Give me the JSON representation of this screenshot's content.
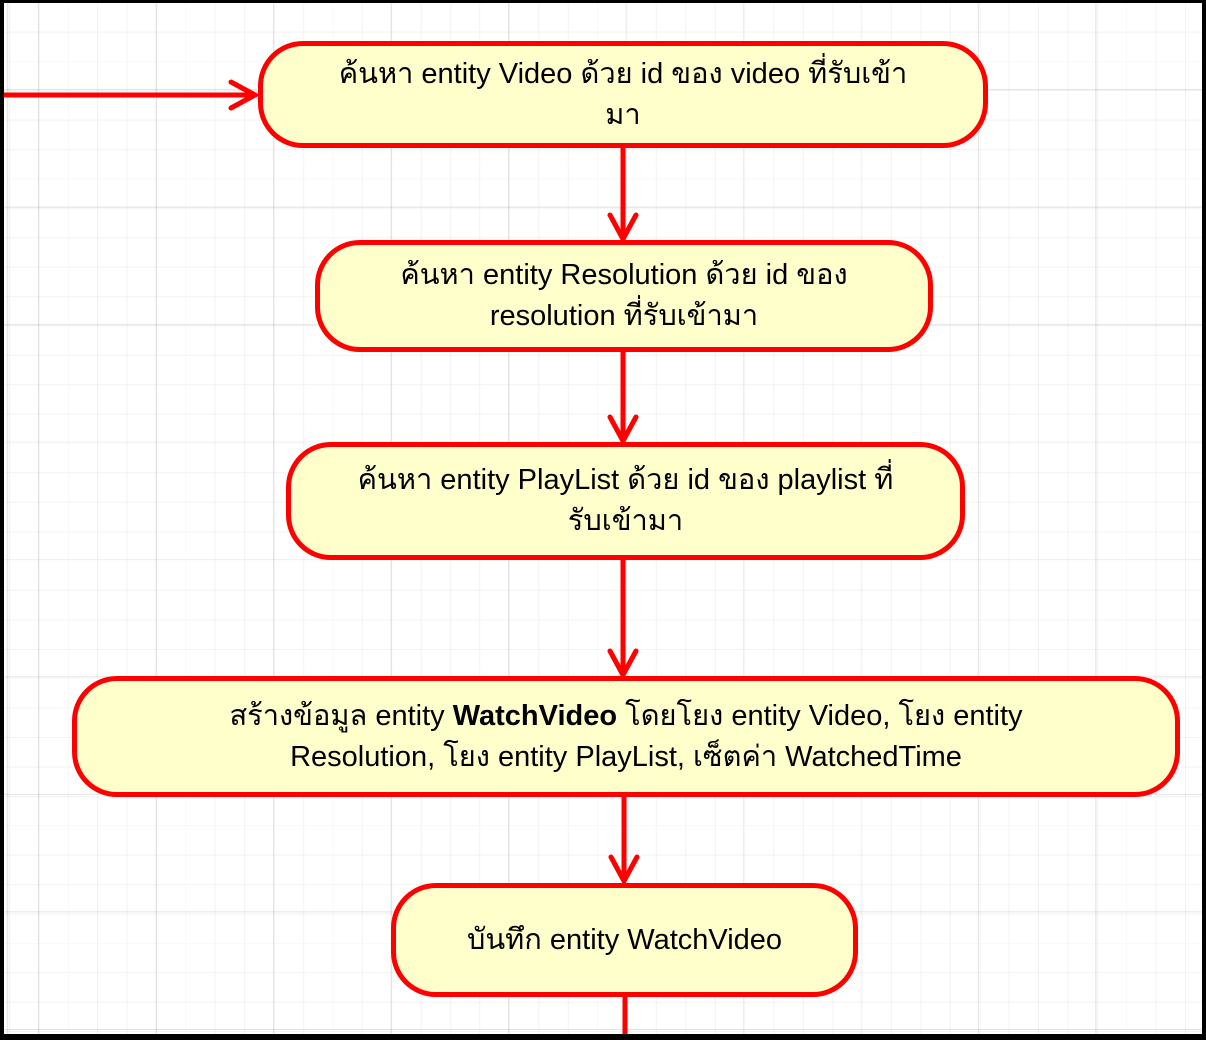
{
  "colors": {
    "node_fill": "#ffffcc",
    "node_border": "#ff0000",
    "connector": "#ff0000",
    "text": "#000000",
    "frame": "#000000",
    "background": "#ffffff",
    "grid_minor": "#f4f4f4",
    "grid_major": "#e5e5e5"
  },
  "diagram": {
    "type": "flowchart",
    "nodes": [
      {
        "id": "find-video",
        "text": "ค้นหา entity Video ด้วย id ของ video ที่รับเข้ามา",
        "lines": [
          "ค้นหา entity Video ด้วย id ของ video ที่รับเข้า",
          "มา"
        ]
      },
      {
        "id": "find-resolution",
        "text": "ค้นหา entity Resolution ด้วย id ของ resolution ที่รับเข้ามา",
        "lines": [
          "ค้นหา entity Resolution ด้วย id ของ",
          "resolution ที่รับเข้ามา"
        ]
      },
      {
        "id": "find-playlist",
        "text": "ค้นหา entity PlayList ด้วย id ของ playlist ที่รับเข้ามา",
        "lines": [
          "ค้นหา entity PlayList ด้วย id ของ playlist ที่",
          "รับเข้ามา"
        ]
      },
      {
        "id": "create-watchvideo",
        "text": "สร้างข้อมูล entity WatchVideo โดยโยง entity Video, โยง entity Resolution, โยง entity PlayList, เซ็ตค่า WatchedTime",
        "line1_before": "สร้างข้อมูล entity ",
        "line1_bold": "WatchVideo",
        "line1_after": " โดยโยง entity Video, โยง entity",
        "line2": "Resolution, โยง entity PlayList, เซ็ตค่า WatchedTime"
      },
      {
        "id": "save-watchvideo",
        "text": "บันทึก entity WatchVideo",
        "lines": [
          "บันทึก entity WatchVideo"
        ]
      }
    ],
    "edges": [
      {
        "from": "offscreen-left",
        "to": "find-video"
      },
      {
        "from": "find-video",
        "to": "find-resolution"
      },
      {
        "from": "find-resolution",
        "to": "find-playlist"
      },
      {
        "from": "find-playlist",
        "to": "create-watchvideo"
      },
      {
        "from": "create-watchvideo",
        "to": "save-watchvideo"
      },
      {
        "from": "save-watchvideo",
        "to": "offscreen-bottom"
      }
    ]
  }
}
